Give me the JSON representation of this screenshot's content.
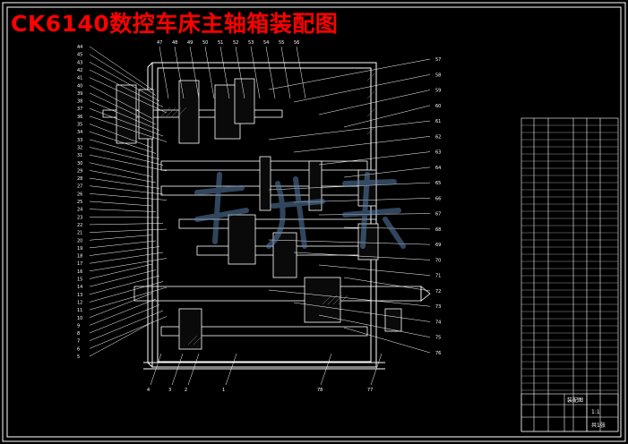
{
  "title": "CK6140数控车床主轴箱装配图",
  "colors": {
    "background": "#000000",
    "frame": "#ffffff",
    "title": "#ff0000",
    "watermark": "#5a7fa8"
  },
  "left_leaders": [
    "44",
    "45",
    "43",
    "42",
    "41",
    "40",
    "39",
    "38",
    "37",
    "36",
    "35",
    "34",
    "33",
    "32",
    "31",
    "30",
    "29",
    "28",
    "27",
    "26",
    "25",
    "24",
    "23",
    "22",
    "21",
    "20",
    "19",
    "18",
    "17",
    "16",
    "15",
    "14",
    "13",
    "12",
    "11",
    "10",
    "9",
    "8",
    "7",
    "6",
    "5"
  ],
  "top_leaders": [
    "47",
    "48",
    "49",
    "50",
    "51",
    "52",
    "53",
    "54",
    "55",
    "56"
  ],
  "right_leaders": [
    "57",
    "58",
    "59",
    "60",
    "61",
    "62",
    "63",
    "64",
    "65",
    "66",
    "67",
    "68",
    "69",
    "70",
    "71",
    "72",
    "73",
    "74",
    "75",
    "76"
  ],
  "bottom_leaders": [
    "4",
    "3",
    "2",
    "1",
    "78",
    "77"
  ],
  "title_block": {
    "drawing_name": "装配图",
    "scale": "1:1",
    "sheet": "共1张"
  }
}
